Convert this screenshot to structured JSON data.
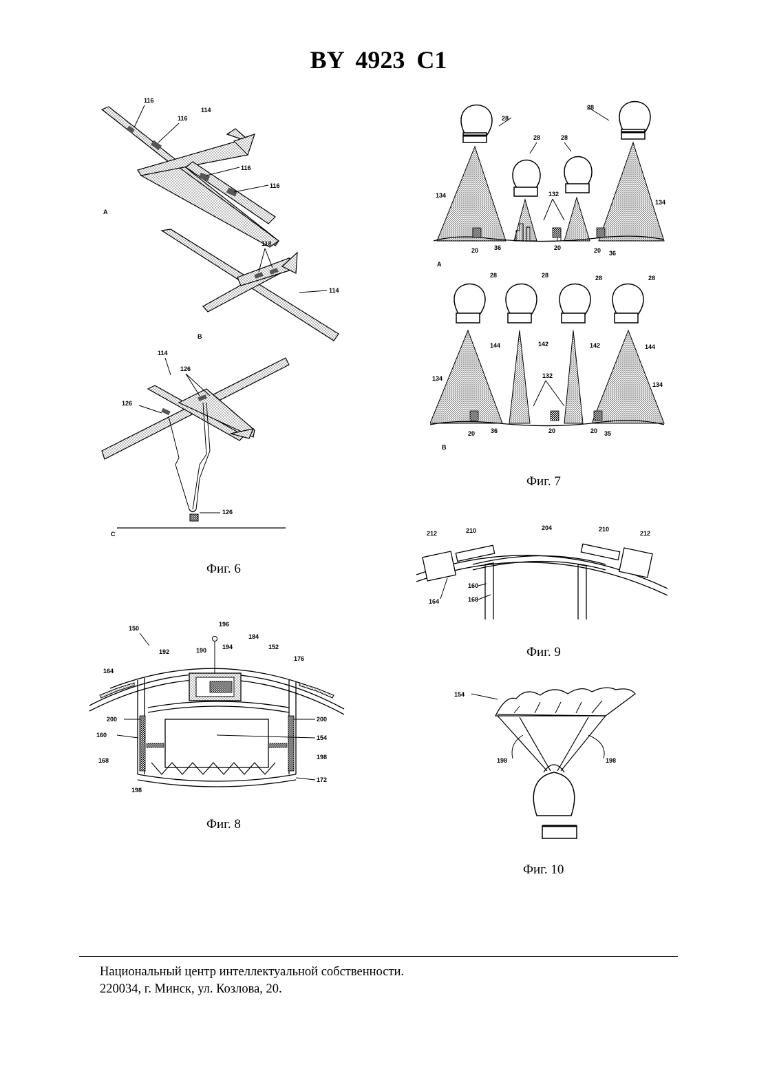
{
  "header": {
    "title": "BY  4923  C1"
  },
  "fig6": {
    "caption": "Фиг. 6",
    "panel_a": {
      "letter": "A",
      "labels": [
        "116",
        "116",
        "114",
        "116",
        "116"
      ]
    },
    "panel_b": {
      "letter": "B",
      "labels": [
        "118",
        "114"
      ]
    },
    "panel_c": {
      "letter": "C",
      "labels": [
        "114",
        "126",
        "126",
        "126"
      ]
    }
  },
  "fig7": {
    "caption": "Фиг. 7",
    "panel_a": {
      "letter": "A",
      "labels": [
        "28",
        "28",
        "28",
        "28",
        "134",
        "132",
        "134",
        "20",
        "36",
        "20",
        "20",
        "36"
      ]
    },
    "panel_b": {
      "letter": "B",
      "labels": [
        "28",
        "28",
        "28",
        "28",
        "144",
        "142",
        "142",
        "144",
        "134",
        "132",
        "134",
        "20",
        "36",
        "20",
        "20",
        "35"
      ]
    }
  },
  "fig8": {
    "caption": "Фиг. 8",
    "labels": [
      "150",
      "196",
      "184",
      "192",
      "190",
      "194",
      "152",
      "176",
      "164",
      "200",
      "200",
      "160",
      "154",
      "168",
      "198",
      "198",
      "172"
    ]
  },
  "fig9": {
    "caption": "Фиг. 9",
    "labels": [
      "212",
      "210",
      "204",
      "210",
      "212",
      "160",
      "164",
      "168"
    ]
  },
  "fig10": {
    "caption": "Фиг. 10",
    "labels": [
      "154",
      "198",
      "198"
    ]
  },
  "footer": {
    "line1": "Национальный центр интеллектуальной собственности.",
    "line2": "220034, г. Минск, ул. Козлова, 20."
  }
}
